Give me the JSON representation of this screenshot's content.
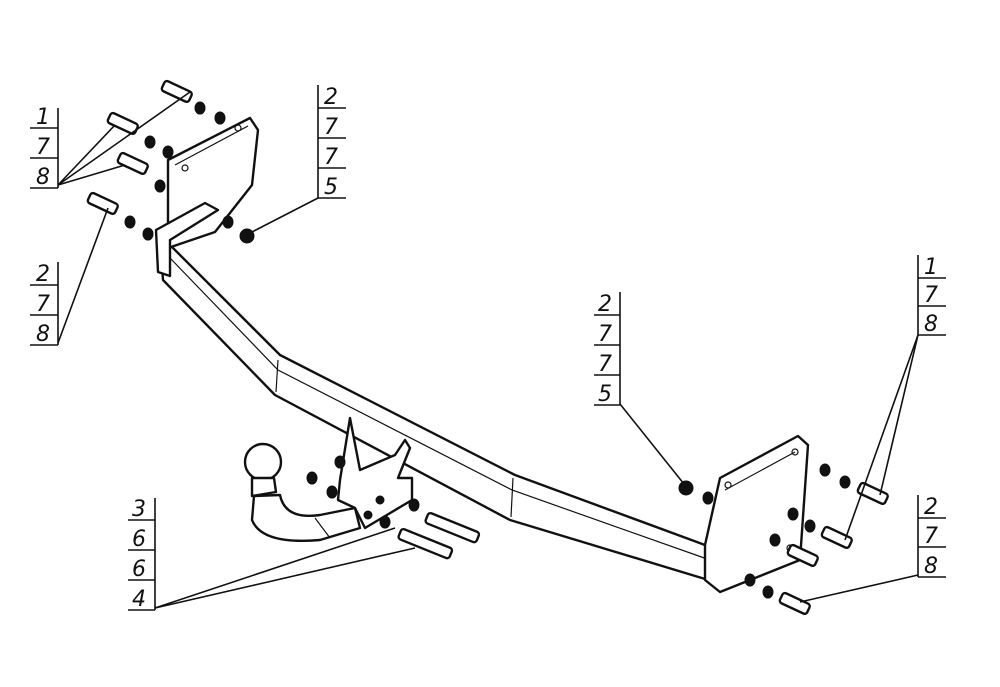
{
  "callouts": {
    "top_left_a": [
      "1",
      "7",
      "8"
    ],
    "top_left_b": [
      "2",
      "7",
      "8"
    ],
    "top_center": [
      "2",
      "7",
      "7",
      "5"
    ],
    "middle_right": [
      "2",
      "7",
      "7",
      "5"
    ],
    "right_a": [
      "1",
      "7",
      "8"
    ],
    "right_b": [
      "2",
      "7",
      "8"
    ],
    "bottom_left": [
      "3",
      "6",
      "6",
      "4"
    ]
  }
}
